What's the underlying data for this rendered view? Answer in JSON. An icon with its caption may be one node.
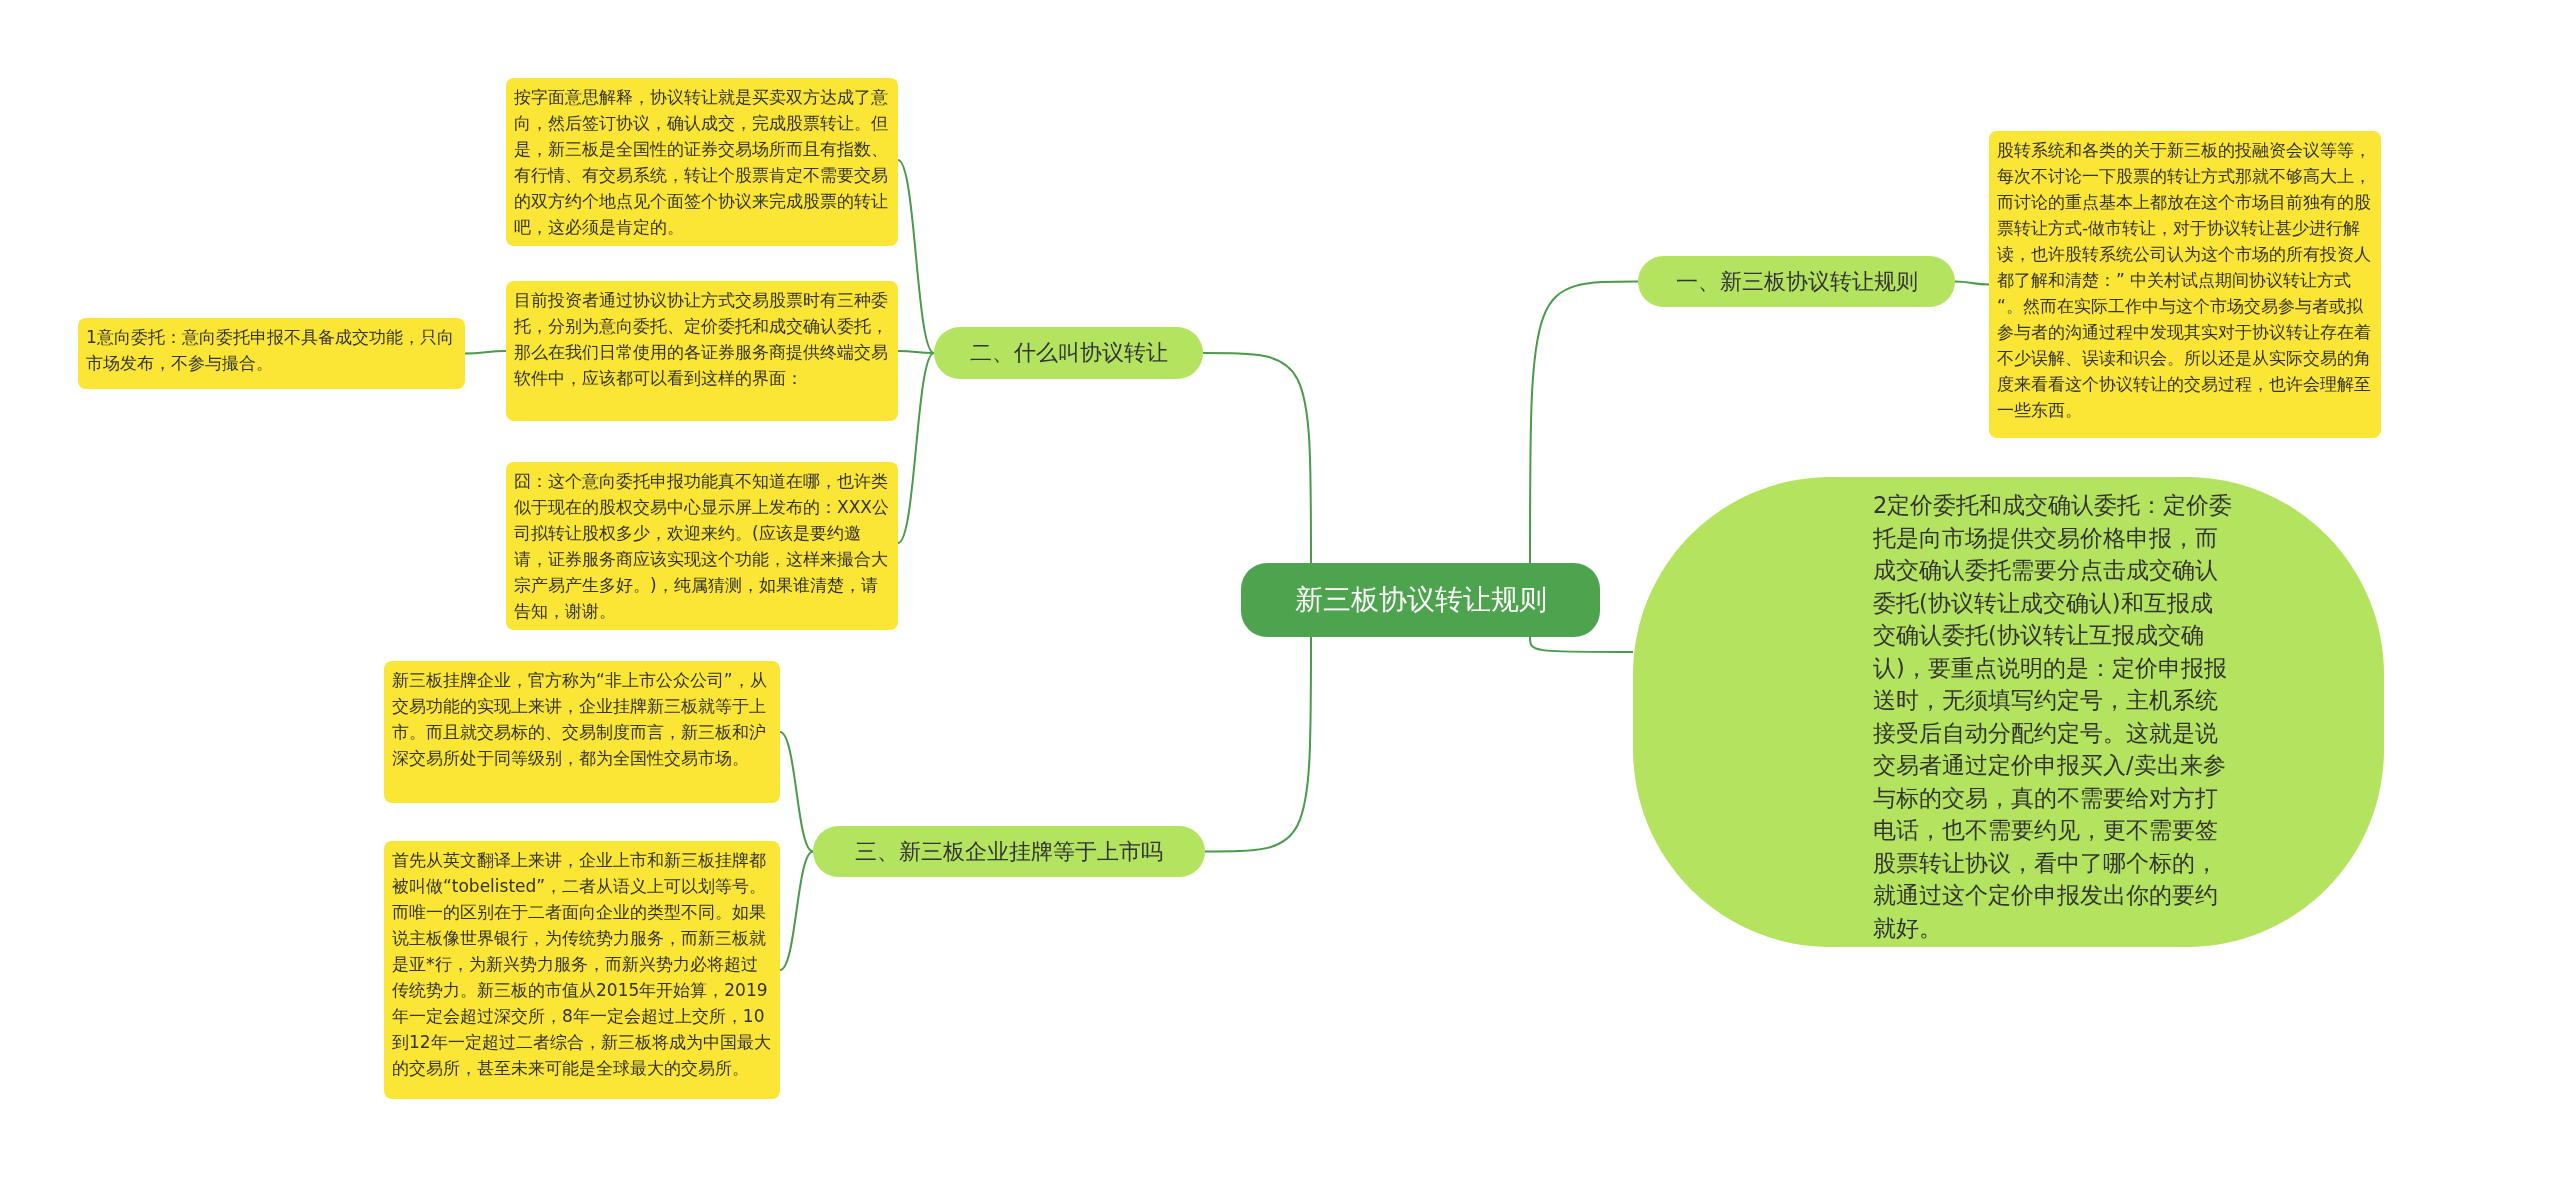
{
  "diagram": {
    "nodes": [
      {
        "text": [
          "新三板协议转让规则"
        ]
      },
      {
        "text": [
          "一、新三板协议转让规则"
        ]
      },
      {
        "text": [
          "股转系统和各类的关于新三板的投融资会议等等，每次不讨论一下股票的转让方式那就不够高大上，而讨论的重点基本上都放在这个市场目前独有的股票转让方式-做市转让，对于协议转让甚少进行解读，也许股转系统公司认为这个市场的所有投资人都了解和清楚：” 中关村试点期间协议转让方式 “。然而在实际工作中与这个市场交易参与者或拟参与者的沟通过程中发现其实对于协议转让存在着不少误解、误读和识会。所以还是从实际交易的角度来看看这个协议转让的交易过程，也许会理解至一些东西。"
        ]
      },
      {
        "text": [
          "2定价委托和成交确认委托：定价委托是向市场提供交易价格申报，而成交确认委托需要分点击成交确认委托(协议转让成交确认)和互报成交确认委托(协议转让互报成交确认)，要重点说明的是：定价申报报送时，无须填写约定号，主机系统接受后自动分配约定号。这就是说交易者通过定价申报买入/卖出来参与标的交易，真的不需要给对方打电话，也不需要约见，更不需要签股票转让协议，看中了哪个标的，就通过这个定价申报发出你的要约就好。"
        ]
      },
      {
        "text": [
          "二、什么叫协议转让"
        ]
      },
      {
        "text": [
          "按字面意思解释，协议转让就是买卖双方达成了意向，然后签订协议，确认成交，完成股票转让。但是，新三板是全国性的证券交易场所而且有指数、有行情、有交易系统，转让个股票肯定不需要交易的双方约个地点见个面签个协议来完成股票的转让吧，这必须是肯定的。"
        ]
      },
      {
        "text": [
          "目前投资者通过协议协让方式交易股票时有三种委托，分别为意向委托、定价委托和成交确认委托，那么在我们日常使用的各证券服务商提供终端交易软件中，应该都可以看到这样的界面："
        ]
      },
      {
        "text": [
          "囧：这个意向委托申报功能真不知道在哪，也许类似于现在的股权交易中心显示屏上发布的：XXX公司拟转让股权多少，欢迎来约。(应该是要约邀请，证券服务商应该实现这个功能，这样来撮合大宗产易产生多好。)，纯属猜测，如果谁清楚，请告知，谢谢。"
        ]
      },
      {
        "text": [
          "1意向委托：意向委托申报不具备成交功能，只向市场发布，不参与撮合。"
        ]
      },
      {
        "text": [
          "三、新三板企业挂牌等于上市吗"
        ]
      },
      {
        "text": [
          "新三板挂牌企业，官方称为“非上市公众公司”，从交易功能的实现上来讲，企业挂牌新三板就等于上市。而且就交易标的、交易制度而言，新三板和沪深交易所处于同等级别，都为全国性交易市场。"
        ]
      },
      {
        "text": [
          "首先从英文翻译上来讲，企业上市和新三板挂牌都被叫做“tobelisted”，二者从语义上可以划等号。而唯一的区别在于二者面向企业的类型不同。如果说主板像世界银行，为传统势力服务，而新三板就是亚*行，为新兴势力服务，而新兴势力必将超过传统势力。新三板的市值从2015年开始算，2019年一定会超过深交所，8年一定会超过上交所，10到12年一定超过二者综合，新三板将成为中国最大的交易所，甚至未来可能是全球最大的交易所。"
        ]
      }
    ],
    "edges": [
      {
        "from": 0,
        "to": 1,
        "arrow": "none"
      },
      {
        "from": 0,
        "to": 3,
        "arrow": "none"
      },
      {
        "from": 0,
        "to": 4,
        "arrow": "none"
      },
      {
        "from": 0,
        "to": 9,
        "arrow": "none"
      },
      {
        "from": 1,
        "to": 2,
        "arrow": "none"
      },
      {
        "from": 4,
        "to": 5,
        "arrow": "none"
      },
      {
        "from": 4,
        "to": 6,
        "arrow": "none"
      },
      {
        "from": 4,
        "to": 7,
        "arrow": "none"
      },
      {
        "from": 6,
        "to": 8,
        "arrow": "none"
      },
      {
        "from": 9,
        "to": 10,
        "arrow": "none"
      },
      {
        "from": 9,
        "to": 11,
        "arrow": "none"
      }
    ]
  }
}
